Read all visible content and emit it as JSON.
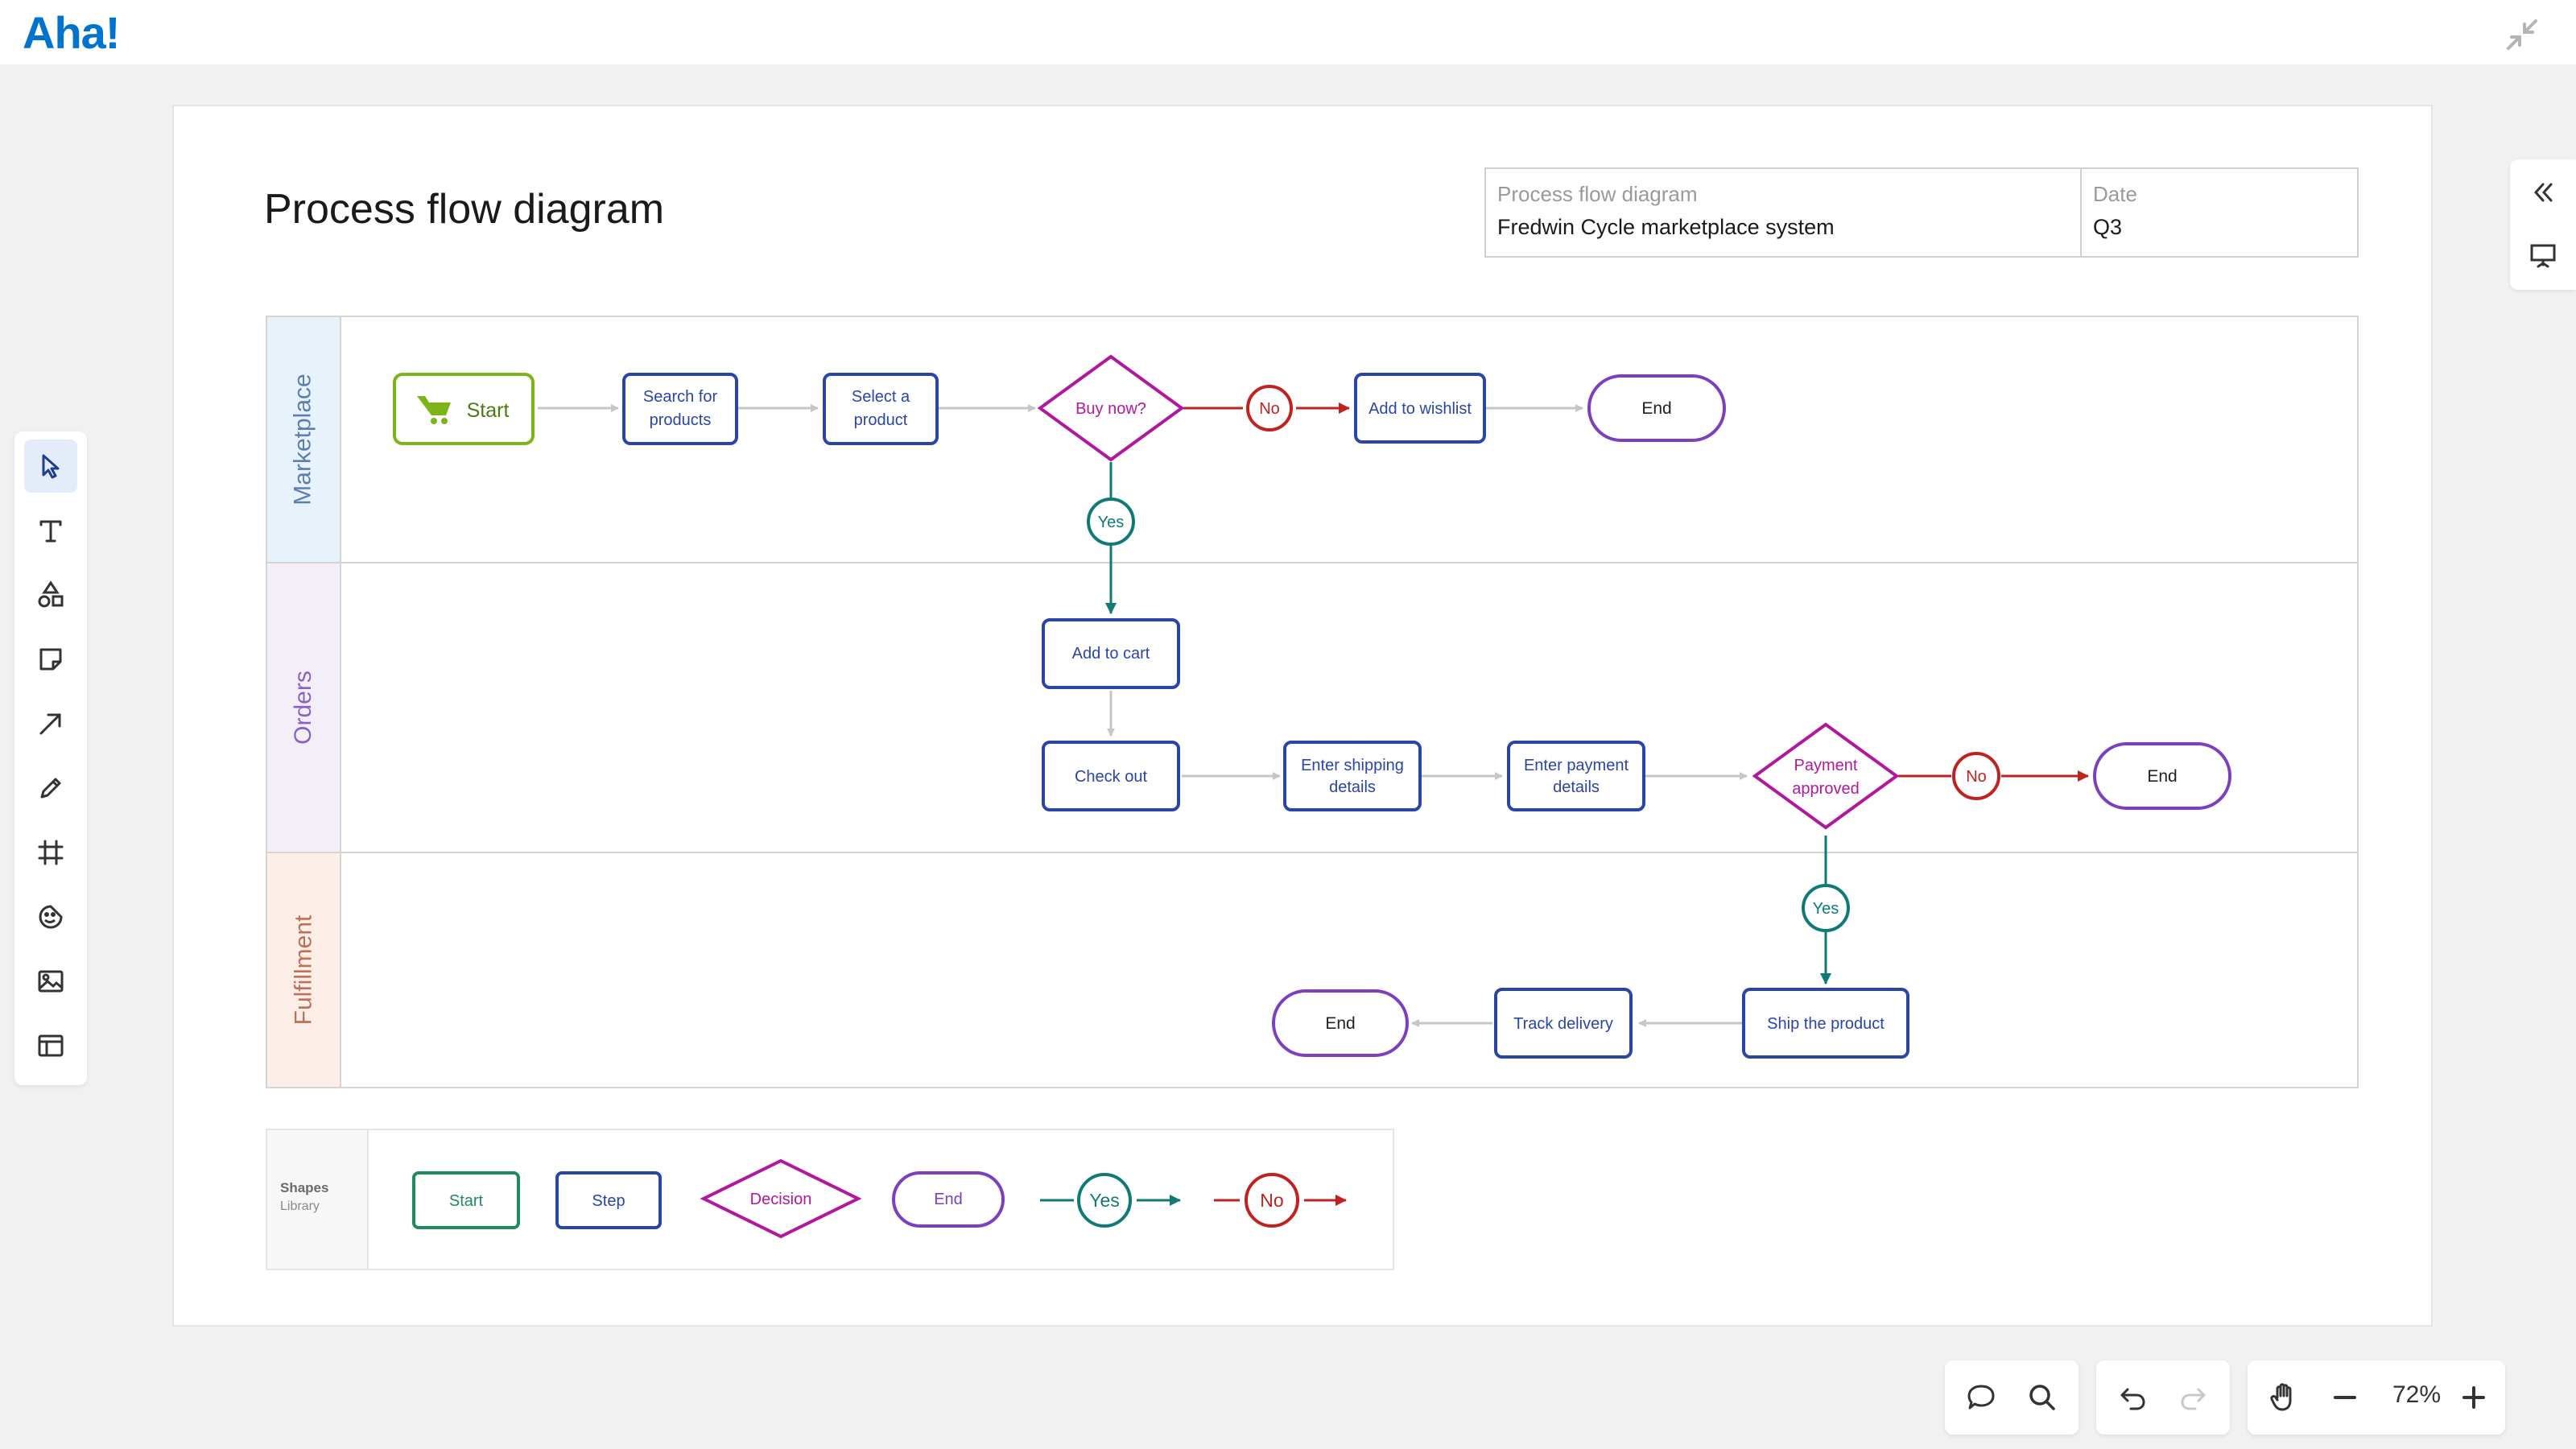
{
  "app": {
    "logo": "Aha!"
  },
  "page": {
    "title": "Process flow diagram"
  },
  "info_table": {
    "diagram_label": "Process flow diagram",
    "diagram_value": "Fredwin Cycle marketplace system",
    "date_label": "Date",
    "date_value": "Q3"
  },
  "lanes": [
    {
      "name": "Marketplace",
      "color": "#5b7fb0",
      "bg": "#e8f2fb"
    },
    {
      "name": "Orders",
      "color": "#8a62c4",
      "bg": "#f3eef8"
    },
    {
      "name": "Fulfillment",
      "color": "#c0705a",
      "bg": "#fdeee8"
    }
  ],
  "flow": {
    "start": "Start",
    "search_1": "Search for",
    "search_2": "products",
    "select_1": "Select a",
    "select_2": "product",
    "buy_now": "Buy now?",
    "no_1": "No",
    "wishlist": "Add to wishlist",
    "end_1": "End",
    "yes_1": "Yes",
    "add_cart": "Add to cart",
    "checkout": "Check out",
    "shipping_1": "Enter shipping",
    "shipping_2": "details",
    "payment_1": "Enter payment",
    "payment_2": "details",
    "approved_1": "Payment",
    "approved_2": "approved",
    "no_2": "No",
    "end_2": "End",
    "yes_2": "Yes",
    "ship": "Ship the product",
    "track": "Track delivery",
    "end_3": "End"
  },
  "library": {
    "title": "Shapes",
    "subtitle": "Library",
    "start": "Start",
    "step": "Step",
    "decision": "Decision",
    "end": "End",
    "yes": "Yes",
    "no": "No"
  },
  "colors": {
    "start_green": "#7cb518",
    "lib_start": "#1f8a5e",
    "step_blue": "#2a45a8",
    "decision_magenta": "#b0189e",
    "end_purple": "#7b3fc0",
    "yes_teal": "#0f7a78",
    "no_red": "#c0231f",
    "connector_gray": "#c6c6c6"
  },
  "zoom": {
    "level": "72%"
  },
  "toolbar_icons": [
    "select-icon",
    "text-icon",
    "shapes-icon",
    "sticky-note-icon",
    "arrow-icon",
    "pen-icon",
    "frame-icon",
    "sticker-icon",
    "image-icon",
    "template-icon"
  ]
}
